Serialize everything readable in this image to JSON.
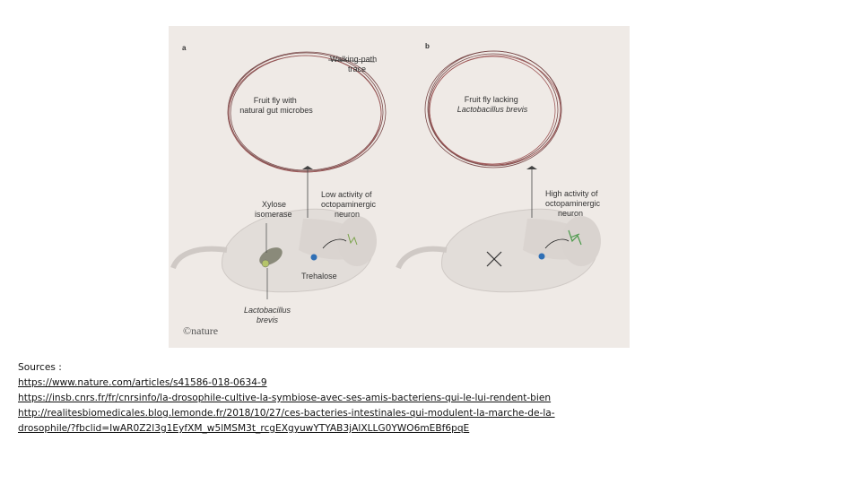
{
  "figure": {
    "panel_a": {
      "letter": "a",
      "trace_label": [
        "Walking-path",
        "trace"
      ],
      "circle_label": [
        "Fruit fly with",
        "natural gut microbes"
      ],
      "neuron_label": [
        "Low activity of",
        "octopaminergic",
        "neuron"
      ],
      "enzyme_label": [
        "Xylose",
        "isomerase"
      ],
      "sugar_label": "Trehalose",
      "bacteria_label": [
        "Lactobacillus",
        "brevis"
      ]
    },
    "panel_b": {
      "letter": "b",
      "circle_label": [
        "Fruit fly lacking",
        "Lactobacillus brevis"
      ],
      "neuron_label": [
        "High activity of",
        "octopaminergic",
        "neuron"
      ]
    },
    "logo": "©nature"
  },
  "sources": {
    "heading": "Sources :",
    "links": [
      "https://www.nature.com/articles/s41586-018-0634-9",
      "https://insb.cnrs.fr/fr/cnrsinfo/la-drosophile-cultive-la-symbiose-avec-ses-amis-bacteriens-qui-le-lui-rendent-bien",
      "http://realitesbiomedicales.blog.lemonde.fr/2018/10/27/ces-bacteries-intestinales-qui-modulent-la-marche-de-la-",
      "drosophile/?fbclid=IwAR0Z2l3g1EyfXM_w5lMSM3t_rcgEXgyuwYTYAB3jAlXLLG0YWO6mEBf6pqE"
    ]
  }
}
